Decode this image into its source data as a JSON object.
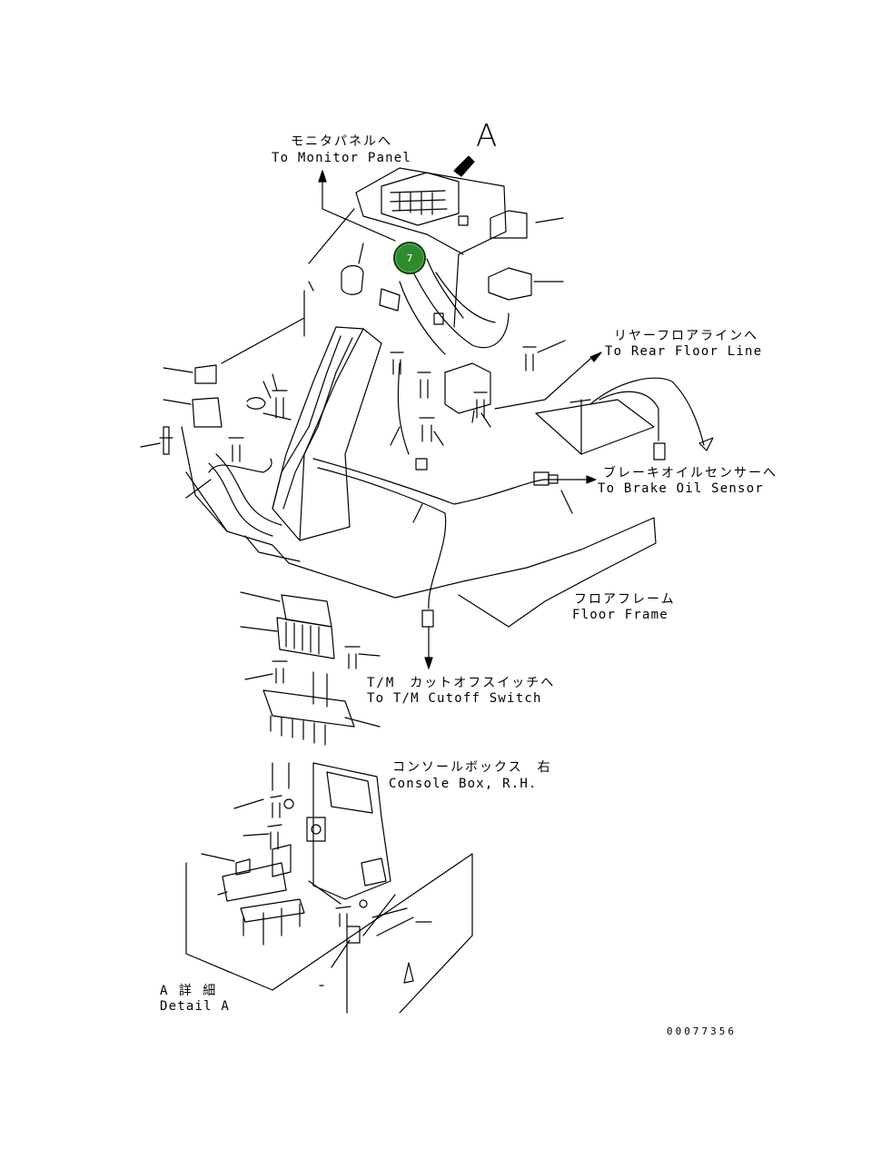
{
  "callouts": {
    "monitor_panel": {
      "jp": "モニタパネルへ",
      "en": "To Monitor Panel"
    },
    "rear_floor_line": {
      "jp": "リヤーフロアラインへ",
      "en": "To Rear Floor Line"
    },
    "brake_oil_sensor": {
      "jp": "ブレーキオイルセンサーへ",
      "en": "To Brake Oil Sensor"
    },
    "floor_frame": {
      "jp": "フロアフレーム",
      "en": "Floor Frame"
    },
    "tm_cutoff_switch": {
      "jp": "T/M　カットオフスイッチへ",
      "en": "To T/M Cutoff Switch"
    },
    "console_box": {
      "jp": "コンソールボックス　右",
      "en": "Console Box, R.H."
    },
    "detail_a": {
      "jp": "A 詳 細",
      "en": "Detail A"
    }
  },
  "view_letter": "A",
  "marker": {
    "label": "7",
    "color": "#2e8b2e"
  },
  "drawing_code": "00077356"
}
